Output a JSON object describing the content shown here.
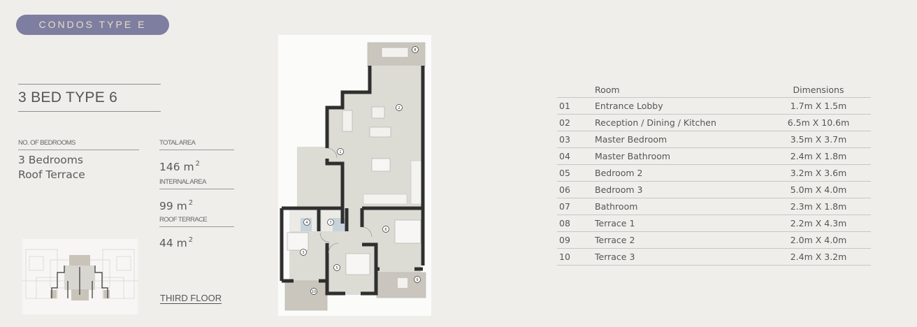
{
  "header": {
    "badge": "CONDOS TYPE E",
    "title": "3 BED TYPE 6"
  },
  "specs": {
    "bedrooms_label": "NO. OF BEDROOMS",
    "bedrooms_line1": "3 Bedrooms",
    "bedrooms_line2": "Roof Terrace",
    "total_area_label": "TOTAL AREA",
    "total_area_value": "146 m",
    "internal_area_label": "INTERNAL AREA",
    "internal_area_value": "99 m",
    "roof_terrace_label": "ROOF TERRACE",
    "roof_terrace_value": "44 m",
    "unit_superscript": "2"
  },
  "floor": {
    "link_label": "THIRD FLOOR"
  },
  "plan": {
    "colors": {
      "wall": "#2f2f2f",
      "interior": "#dcdcd6",
      "terrace": "#c8c3ba",
      "bath": "#c9d3dc",
      "panel": "#fbfbfa"
    },
    "markers": [
      "1",
      "2",
      "3",
      "4",
      "5",
      "6",
      "7",
      "8",
      "9",
      "10"
    ]
  },
  "table": {
    "headers": {
      "room": "Room",
      "dimensions": "Dimensions"
    },
    "rows": [
      {
        "num": "01",
        "room": "Entrance Lobby",
        "dim": "1.7m X 1.5m"
      },
      {
        "num": "02",
        "room": "Reception / Dining / Kitchen",
        "dim": "6.5m X 10.6m"
      },
      {
        "num": "03",
        "room": "Master Bedroom",
        "dim": "3.5m X 3.7m"
      },
      {
        "num": "04",
        "room": "Master Bathroom",
        "dim": "2.4m X 1.8m"
      },
      {
        "num": "05",
        "room": "Bedroom 2",
        "dim": "3.2m X 3.6m"
      },
      {
        "num": "06",
        "room": "Bedroom 3",
        "dim": "5.0m X 4.0m"
      },
      {
        "num": "07",
        "room": "Bathroom",
        "dim": "2.3m X 1.8m"
      },
      {
        "num": "08",
        "room": "Terrace 1",
        "dim": "2.2m X 4.3m"
      },
      {
        "num": "09",
        "room": "Terrace 2",
        "dim": "2.0m X 4.0m"
      },
      {
        "num": "10",
        "room": "Terrace 3",
        "dim": "2.4m X 3.2m"
      }
    ]
  }
}
